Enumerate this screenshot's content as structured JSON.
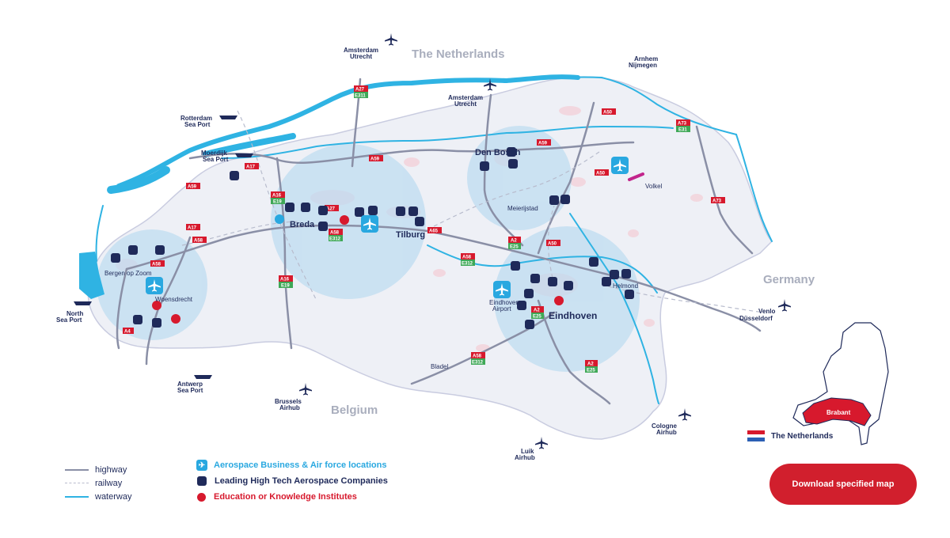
{
  "countries": {
    "netherlands": "The Netherlands",
    "belgium": "Belgium",
    "germany": "Germany"
  },
  "cities": {
    "den_bosch": "Den Bosch",
    "breda": "Breda",
    "tilburg": "Tilburg",
    "eindhoven": "Eindhoven",
    "helmond": "Helmond",
    "bergen_op_zoom": "Bergen op Zoom",
    "woensdrecht": "Woensdrecht",
    "meierijstad": "Meierijstad",
    "bladel": "Bladel",
    "volkel": "Volkel",
    "eindhoven_airport_1": "Eindhoven",
    "eindhoven_airport_2": "Airport"
  },
  "external": {
    "amsterdam_utrecht_top_1": "Amsterdam",
    "amsterdam_utrecht_top_2": "Utrecht",
    "amsterdam_utrecht_mid_1": "Amsterdam",
    "amsterdam_utrecht_mid_2": "Utrecht",
    "arnhem_1": "Arnhem",
    "arnhem_2": "Nijmegen",
    "rotterdam_1": "Rotterdam",
    "rotterdam_2": "Sea Port",
    "moerdijk_1": "Moerdijk",
    "moerdijk_2": "Sea Port",
    "north_sea_1": "North",
    "north_sea_2": "Sea Port",
    "antwerp_1": "Antwerp",
    "antwerp_2": "Sea Port",
    "brussels_1": "Brussels",
    "brussels_2": "Airhub",
    "luik_1": "Luik",
    "luik_2": "Airhub",
    "cologne_1": "Cologne",
    "cologne_2": "Airhub",
    "venlo_1": "Venlo",
    "venlo_2": "Düsseldorf"
  },
  "roads": {
    "a27": "A27",
    "e311": "E311",
    "a50_top": "A50",
    "a73_top": "A73",
    "e31": "E31",
    "a17_a": "A17",
    "a59_left": "A59",
    "a59_mid": "A59",
    "a59_right": "A59",
    "a16": "A16",
    "e19": "E19",
    "a27_b": "A27",
    "a58_breda": "A58",
    "e312_breda": "E312",
    "a65": "A65",
    "a17_b": "A17",
    "a58_w": "A58",
    "a58_boz": "A58",
    "a4": "A4",
    "a16_b": "A16",
    "e19_b": "E19",
    "a58_t": "A58",
    "e312_t": "E312",
    "a2_n": "A2",
    "e25_n": "E25",
    "a50_mid": "A50",
    "a50_volkel": "A50",
    "a73_e": "A73",
    "a2_s": "A2",
    "e25_s": "E25",
    "a67": "A58",
    "e312_s": "E312",
    "a2_se": "A2",
    "e25_se": "E25"
  },
  "brabant_label": "Brabant",
  "legend": {
    "highway": "highway",
    "railway": "railway",
    "waterway": "waterway",
    "aerospace": "Aerospace Business & Air force locations",
    "companies": "Leading High Tech Aerospace Companies",
    "education": "Education or Knowledge Institutes",
    "netherlands": "The Netherlands"
  },
  "colors": {
    "navy": "#1f2a5a",
    "sky": "#29a8e0",
    "red": "#d7192d",
    "highway": "#8a8fa6",
    "water": "#2fb3e3"
  },
  "icons": {
    "plane": "airplane-icon",
    "ship": "ship-icon"
  },
  "download_button": "Download specified map"
}
